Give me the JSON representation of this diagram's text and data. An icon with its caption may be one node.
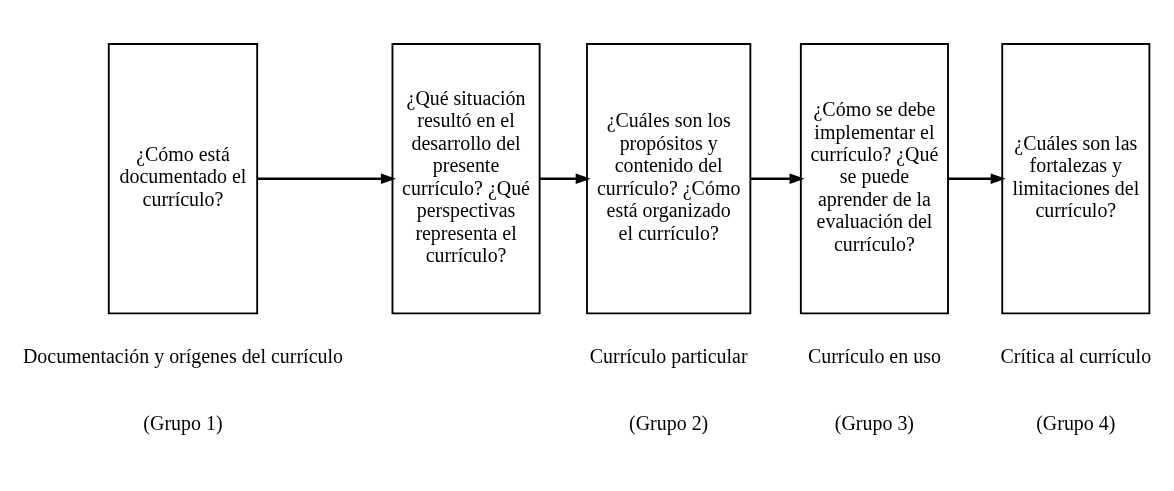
{
  "diagram": {
    "nodes": [
      {
        "text": [
          "¿Cómo está documentado el currículo?"
        ]
      },
      {
        "text": [
          "¿Qué situación resultó en el desarrollo del presente currículo? ¿Qué perspectivas representa el currículo?"
        ]
      },
      {
        "text": [
          "¿Cuáles son los propósitos y contenido del currículo? ¿Cómo está organizado el currículo?"
        ]
      },
      {
        "text": [
          "¿Cómo se debe implementar el currículo? ¿Qué se puede aprender de la evaluación del currículo?"
        ]
      },
      {
        "text": [
          "¿Cuáles son las fortalezas y limitaciones del currículo?"
        ]
      }
    ],
    "edges": [
      {
        "from": 0,
        "to": 1,
        "arrow": "to"
      },
      {
        "from": 1,
        "to": 2,
        "arrow": "to"
      },
      {
        "from": 2,
        "to": 3,
        "arrow": "to"
      },
      {
        "from": 3,
        "to": 4,
        "arrow": "to"
      }
    ],
    "labels": [
      "Documentación y orígenes del currículo",
      "Currículo particular",
      "Currículo en uso",
      "Crítica al currículo",
      "(Grupo 1)",
      "(Grupo 2)",
      "(Grupo 3)",
      "(Grupo 4)"
    ]
  }
}
